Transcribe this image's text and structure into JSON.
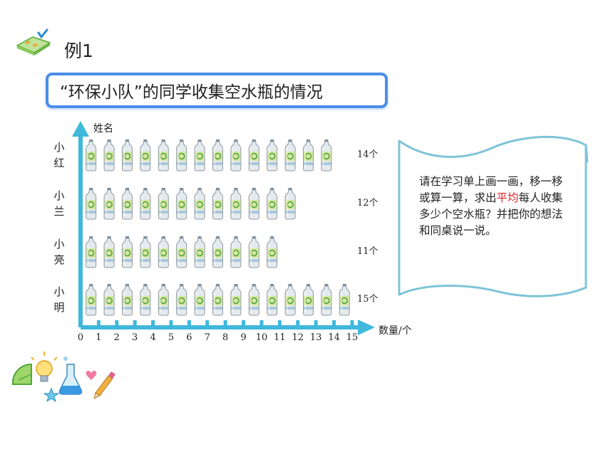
{
  "header": {
    "example_label": "例1",
    "title": "“环保小队”的同学收集空水瓶的情况"
  },
  "chart_data": {
    "type": "bar",
    "subtype": "pictograph",
    "orientation": "horizontal",
    "title": "“环保小队”的同学收集空水瓶的情况",
    "ylabel": "姓名",
    "xlabel": "数量/个",
    "categories": [
      "小红",
      "小兰",
      "小亮",
      "小明"
    ],
    "values": [
      14,
      12,
      11,
      15
    ],
    "value_labels": [
      "14个",
      "12个",
      "11个",
      "15个"
    ],
    "xticks": [
      "0",
      "1",
      "2",
      "3",
      "4",
      "5",
      "6",
      "7",
      "8",
      "9",
      "10",
      "11",
      "12",
      "13",
      "14",
      "15"
    ],
    "xlim": [
      0,
      15
    ],
    "icon": "water-bottle-icon",
    "colors": {
      "axis": "#3fb8dc",
      "title_border": "#4a8ee8",
      "note_border": "#7fc4d8",
      "highlight": "#e02020"
    }
  },
  "note": {
    "before": "请在学习单上画一画，移一移或算一算，求出",
    "highlight": "平均",
    "after": "每人收集多少个空水瓶？并把你的想法和同桌说一说。"
  }
}
